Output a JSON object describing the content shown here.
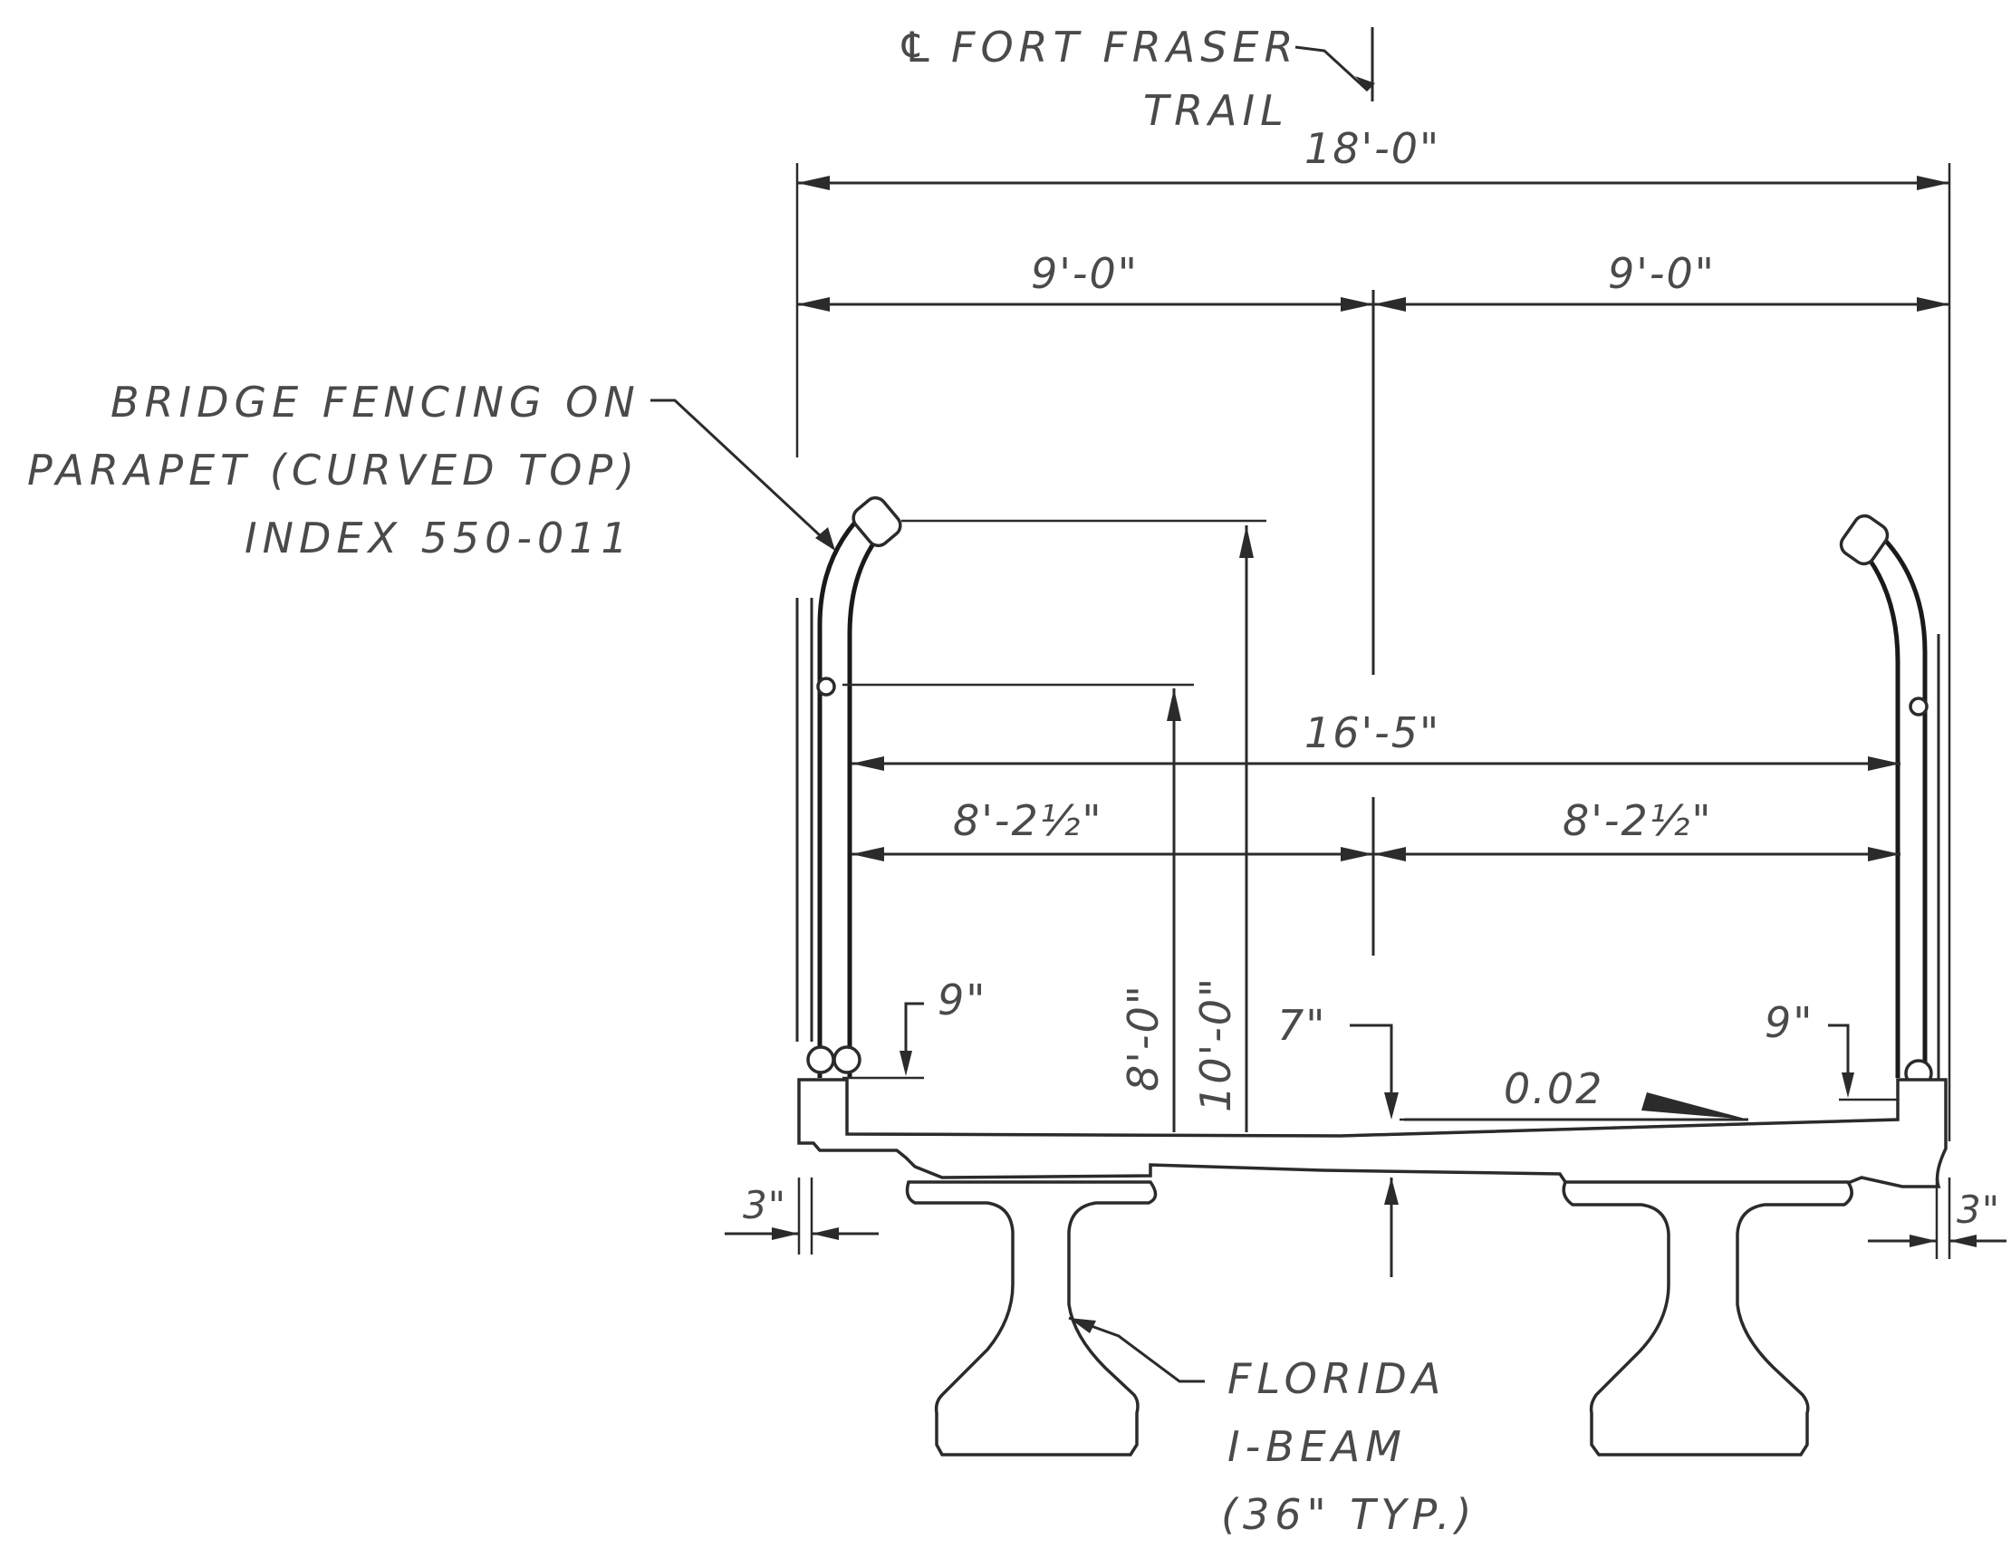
{
  "labels": {
    "centerline_symbol": "℄",
    "centerline_line1": "FORT FRASER",
    "centerline_line2": "TRAIL",
    "fencing_line1": "BRIDGE FENCING ON",
    "fencing_line2": "PARAPET (CURVED TOP)",
    "fencing_line3": "INDEX 550-011",
    "beam_line1": "FLORIDA",
    "beam_line2": "I-BEAM",
    "beam_line3": "(36\" TYP.)"
  },
  "dimensions": {
    "overall_width": "18'-0\"",
    "half_width_left": "9'-0\"",
    "half_width_right": "9'-0\"",
    "clear_width": "16'-5\"",
    "clear_half_left": "8'-2½\"",
    "clear_half_right": "8'-2½\"",
    "parapet_height_left": "9\"",
    "parapet_height_right": "9\"",
    "fence_height_8": "8'-0\"",
    "fence_height_10": "10'-0\"",
    "deck_thickness": "7\"",
    "slope": "0.02",
    "overhang_left": "3\"",
    "overhang_right": "3\""
  },
  "colors": {
    "line": "#2b2b2b",
    "text": "#4a4a4a",
    "background": "#ffffff"
  }
}
